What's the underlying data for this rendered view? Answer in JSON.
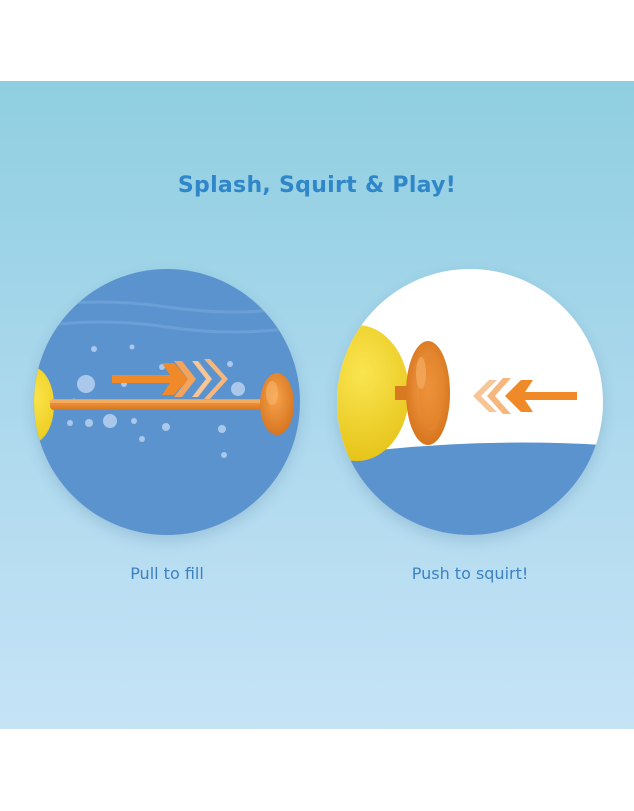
{
  "headline": "Splash, Squirt & Play!",
  "steps": [
    {
      "caption": "Pull to fill"
    },
    {
      "caption": "Push to squirt!"
    }
  ],
  "colors": {
    "background_top": "#8fcfe0",
    "background_bottom": "#c6e3f6",
    "headline": "#2f86c9",
    "caption": "#3c82c2",
    "water": "#5b93cf",
    "toy_body": "#f2d81c",
    "plunger": "#e58a2a",
    "arrow": "#f08a28",
    "arrow_light": "#f6b77e"
  },
  "icons": [
    "water-bubble-icon",
    "arrow-right-icon",
    "arrow-left-icon"
  ]
}
